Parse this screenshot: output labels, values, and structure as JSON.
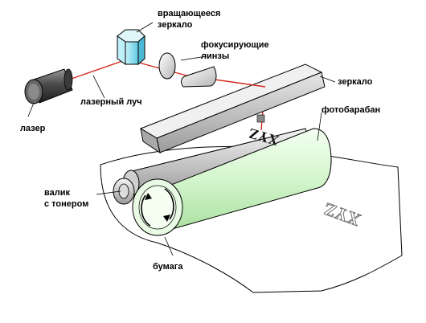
{
  "labels": {
    "laser": "лазер",
    "laser_beam": "лазерный луч",
    "rotating_mirror_line1": "вращающееся",
    "rotating_mirror_line2": "зеркало",
    "focusing_lenses_line1": "фокусирующие",
    "focusing_lenses_line2": "линзы",
    "mirror": "зеркало",
    "photo_drum": "фотобарабан",
    "toner_roller_line1": "валик",
    "toner_roller_line2": "с тонером",
    "paper": "бумага"
  },
  "drum_text": "XYZ",
  "paper_text": "XYZ",
  "colors": {
    "beam": "#d42a1e",
    "drum": "#d9f7d4",
    "mirror": "#b8b8b8",
    "prism": "#8ee3f2",
    "laser_body": "#555555"
  }
}
